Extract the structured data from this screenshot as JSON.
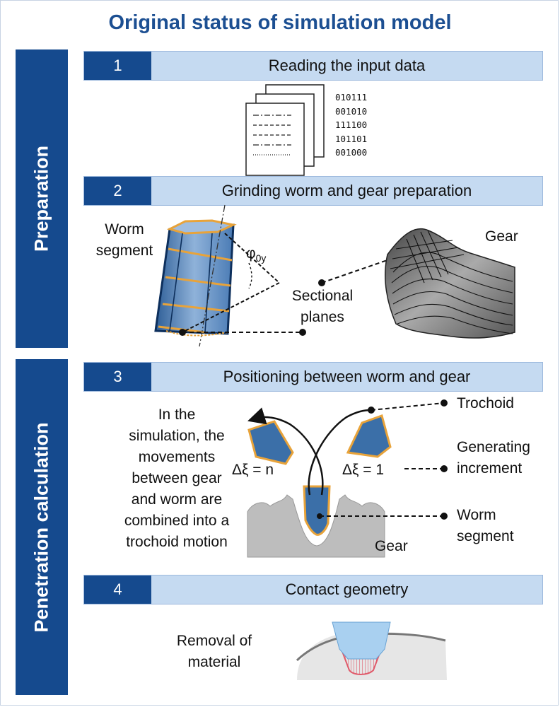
{
  "title": "Original status of simulation model",
  "sidebars": {
    "preparation": "Preparation",
    "penetration": "Penetration calculation"
  },
  "steps": [
    {
      "number": "1",
      "label": "Reading the input data"
    },
    {
      "number": "2",
      "label": "Grinding worm and gear preparation"
    },
    {
      "number": "3",
      "label": "Positioning between worm and gear"
    },
    {
      "number": "4",
      "label": "Contact geometry"
    }
  ],
  "binary_lines": [
    "010111",
    "001010",
    "111100",
    "101101",
    "001000"
  ],
  "step2": {
    "worm_segment": [
      "Worm",
      "segment"
    ],
    "angle_label": "φ",
    "angle_sub": "0y",
    "sectional_planes": [
      "Sectional",
      "planes"
    ],
    "gear": "Gear"
  },
  "step3": {
    "description": [
      "In the",
      "simulation, the",
      "movements",
      "between gear",
      "and worm are",
      "combined into a",
      "trochoid motion"
    ],
    "delta_n": "Δξ = n",
    "delta_1": "Δξ = 1",
    "trochoid": "Trochoid",
    "generating_increment": [
      "Generating",
      "increment"
    ],
    "worm_segment": [
      "Worm",
      "segment"
    ],
    "gear": "Gear"
  },
  "step4": {
    "removal_of_material": [
      "Removal of",
      "material"
    ]
  },
  "colors": {
    "dark_blue": "#154a8e",
    "light_blue": "#c5daf1",
    "title_blue": "#1c4f92",
    "orange": "#e8a33a",
    "segment_blue": "#3b6fa8",
    "removal_red": "#e05a6a"
  }
}
